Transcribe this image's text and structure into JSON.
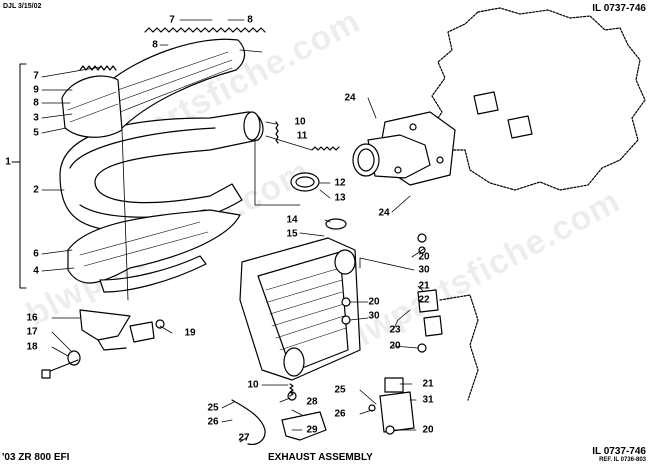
{
  "header": {
    "drawing_code": "DJL 3/15/02",
    "illustration_top": "IL 0737-746",
    "illustration_bottom": "IL 0737-746",
    "reference": "REF. IL 0736-803"
  },
  "footer": {
    "model": "'03 ZR 800 EFI",
    "title": "EXHAUST ASSEMBLY"
  },
  "watermark": "blwpartsfiche.com",
  "callouts": {
    "c1": "1",
    "c2": "2",
    "c3": "3",
    "c4": "4",
    "c5": "5",
    "c6": "6",
    "c7a": "7",
    "c7b": "7",
    "c8a": "8",
    "c8b": "8",
    "c8c": "8",
    "c9": "9",
    "c10a": "10",
    "c10b": "10",
    "c11": "11",
    "c12": "12",
    "c13": "13",
    "c14": "14",
    "c15": "15",
    "c16": "16",
    "c17": "17",
    "c18": "18",
    "c19": "19",
    "c20a": "20",
    "c20b": "20",
    "c20c": "20",
    "c20d": "20",
    "c21a": "21",
    "c21b": "21",
    "c22": "22",
    "c23": "23",
    "c24a": "24",
    "c24b": "24",
    "c25a": "25",
    "c25b": "25",
    "c26a": "26",
    "c26b": "26",
    "c27": "27",
    "c28": "28",
    "c29": "29",
    "c30a": "30",
    "c30b": "30",
    "c31": "31"
  }
}
